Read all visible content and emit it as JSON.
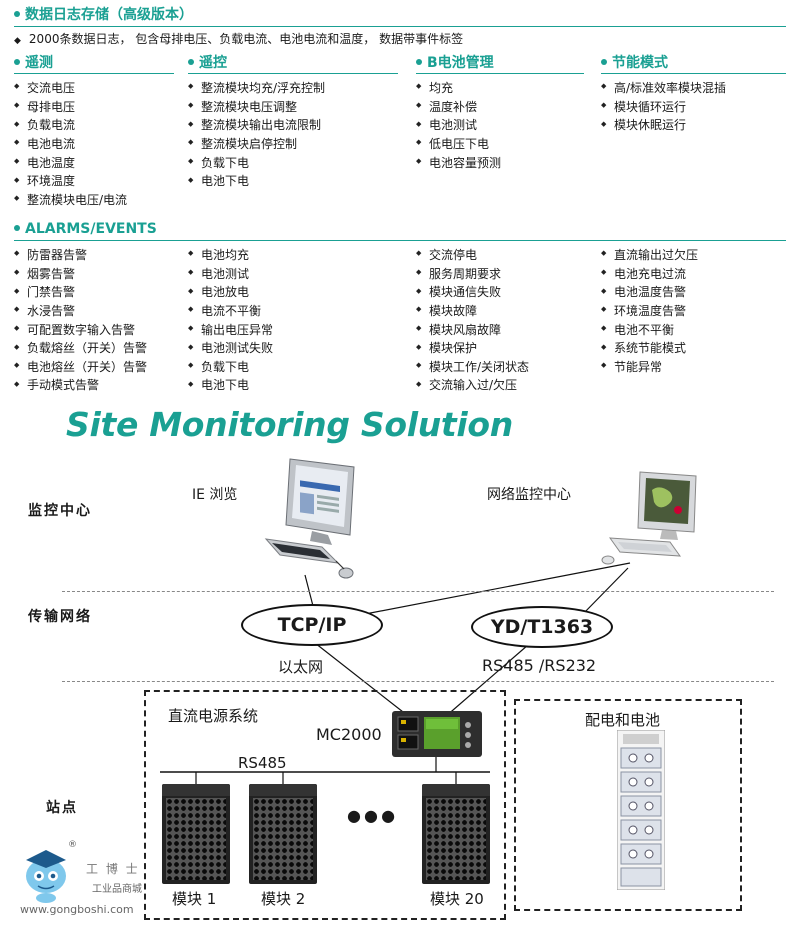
{
  "header": {
    "title": "数据日志存储（高级版本）",
    "lead": "2000条数据日志， 包含母排电压、负载电流、电池电流和温度， 数据带事件标签"
  },
  "features": {
    "columns": [
      {
        "title": "遥测",
        "items": [
          "交流电压",
          "母排电压",
          "负载电流",
          "电池电流",
          "电池温度",
          "环境温度",
          "整流模块电压/电流"
        ]
      },
      {
        "title": "遥控",
        "items": [
          "整流模块均充/浮充控制",
          "整流模块电压调整",
          "整流模块输出电流限制",
          "整流模块启停控制",
          "负载下电",
          "电池下电"
        ]
      },
      {
        "title": "B电池管理",
        "items": [
          "均充",
          "温度补偿",
          "电池测试",
          "低电压下电",
          "电池容量预测"
        ]
      },
      {
        "title": "节能模式",
        "items": [
          "高/标准效率模块混插",
          "模块循环运行",
          "模块休眠运行"
        ]
      }
    ]
  },
  "alarms": {
    "title": "ALARMS/EVENTS",
    "columns": [
      [
        "防雷器告警",
        "烟雾告警",
        "门禁告警",
        "水浸告警",
        "可配置数字输入告警",
        "负载熔丝（开关）告警",
        "电池熔丝（开关）告警",
        "手动模式告警"
      ],
      [
        "电池均充",
        "电池测试",
        "电池放电",
        "电流不平衡",
        "输出电压异常",
        "电池测试失败",
        "负载下电",
        "电池下电"
      ],
      [
        "交流停电",
        "服务周期要求",
        "模块通信失败",
        "模块故障",
        "模块风扇故障",
        "模块保护",
        "模块工作/关闭状态",
        "交流输入过/欠压"
      ],
      [
        "直流输出过欠压",
        "电池充电过流",
        "电池温度告警",
        "环境温度告警",
        "电池不平衡",
        "系统节能模式",
        "节能异常"
      ]
    ]
  },
  "diagram": {
    "title": "Site Monitoring Solution",
    "rows": {
      "monitor_center": "监控中心",
      "network": "传输网络",
      "site": "站点"
    },
    "ie_browser": "IE 浏览",
    "network_center": "网络监控中心",
    "tcpip": "TCP/IP",
    "yd": "YD/T1363",
    "ethernet": "以太网",
    "rs485_rs232": "RS485 /RS232",
    "dc_system": "直流电源系统",
    "controller": "MC2000",
    "rs485": "RS485",
    "power_battery": "配电和电池",
    "modules": [
      "模块 1",
      "模块 2",
      "模块 20"
    ],
    "ellipsis": "●  ●  ●"
  },
  "watermark": {
    "name": "工 博 士",
    "subtitle": "工业品商城",
    "url": "www.gongboshi.com",
    "reg": "®"
  },
  "colors": {
    "accent": "#1aa093"
  }
}
